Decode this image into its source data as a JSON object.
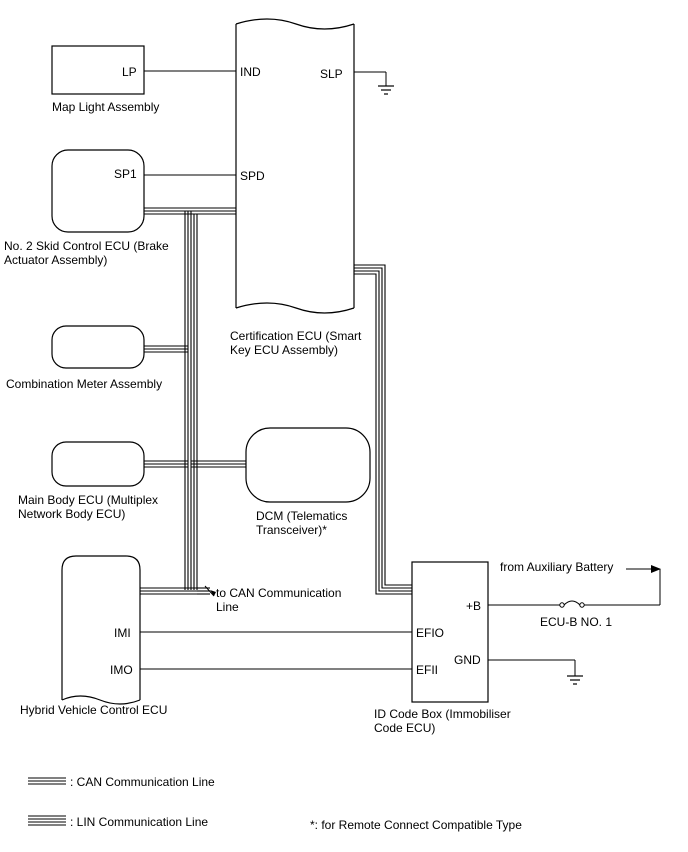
{
  "components": {
    "map_light": {
      "name": "Map Light Assembly",
      "pin": "LP"
    },
    "skid_control": {
      "name_line1": "No. 2 Skid Control ECU (Brake",
      "name_line2": "Actuator Assembly)",
      "pin": "SP1"
    },
    "combination_meter": {
      "name": "Combination Meter Assembly"
    },
    "main_body": {
      "name_line1": "Main Body ECU (Multiplex",
      "name_line2": "Network Body ECU)"
    },
    "dcm": {
      "name_line1": "DCM (Telematics",
      "name_line2": "Transceiver)*"
    },
    "certification": {
      "name_line1": "Certification ECU (Smart",
      "name_line2": "Key ECU Assembly)",
      "pin_ind": "IND",
      "pin_spd": "SPD",
      "pin_slp": "SLP"
    },
    "hybrid": {
      "name": "Hybrid Vehicle Control ECU",
      "pin_imi": "IMI",
      "pin_imo": "IMO"
    },
    "id_code_box": {
      "name_line1": "ID Code Box (Immobiliser",
      "name_line2": "Code ECU)",
      "pin_efio": "EFIO",
      "pin_efii": "EFII",
      "pin_b": "+B",
      "pin_gnd": "GND"
    }
  },
  "can_line_label_line1": "to CAN Communication",
  "can_line_label_line2": "Line",
  "aux_battery_label": "from Auxiliary Battery",
  "fuse_label": "ECU-B NO. 1",
  "legend": {
    "can": ": CAN Communication Line",
    "lin": ": LIN Communication Line",
    "note": "*: for Remote Connect Compatible Type"
  }
}
